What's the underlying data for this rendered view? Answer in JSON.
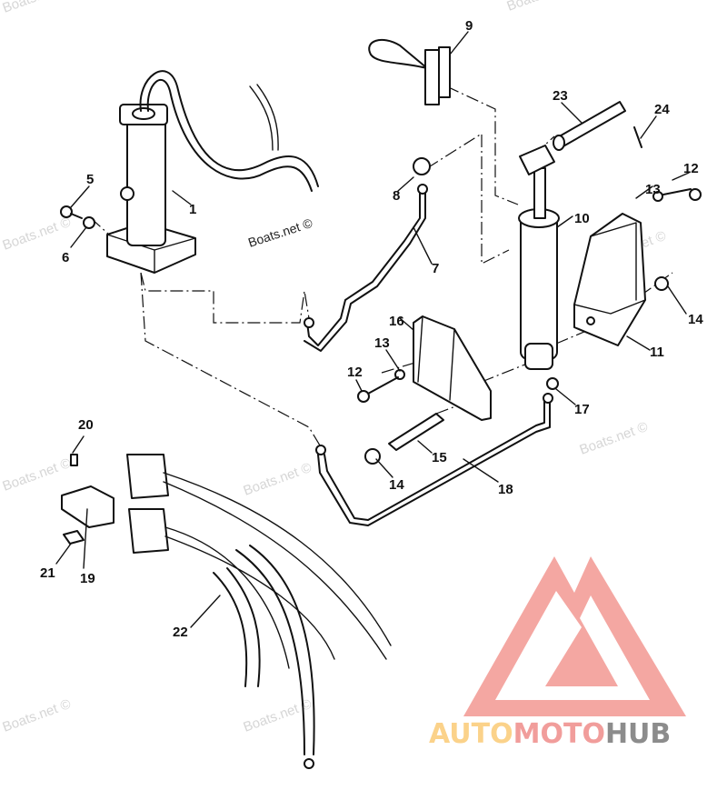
{
  "diagram": {
    "labels": [
      "1",
      "5",
      "6",
      "7",
      "8",
      "9",
      "10",
      "11",
      "12",
      "13",
      "14",
      "15",
      "16",
      "17",
      "18",
      "19",
      "20",
      "21",
      "22",
      "23",
      "24",
      "12",
      "13",
      "14"
    ],
    "watermark": "Boats.net ©",
    "logo": {
      "word1": "AUTO",
      "word2": "MOTO",
      "word3": "HUB",
      "color1": "#fbd28a",
      "color2": "#f19d9b",
      "color3": "#8c8c8c",
      "mark_color": "#f4a7a2"
    }
  }
}
